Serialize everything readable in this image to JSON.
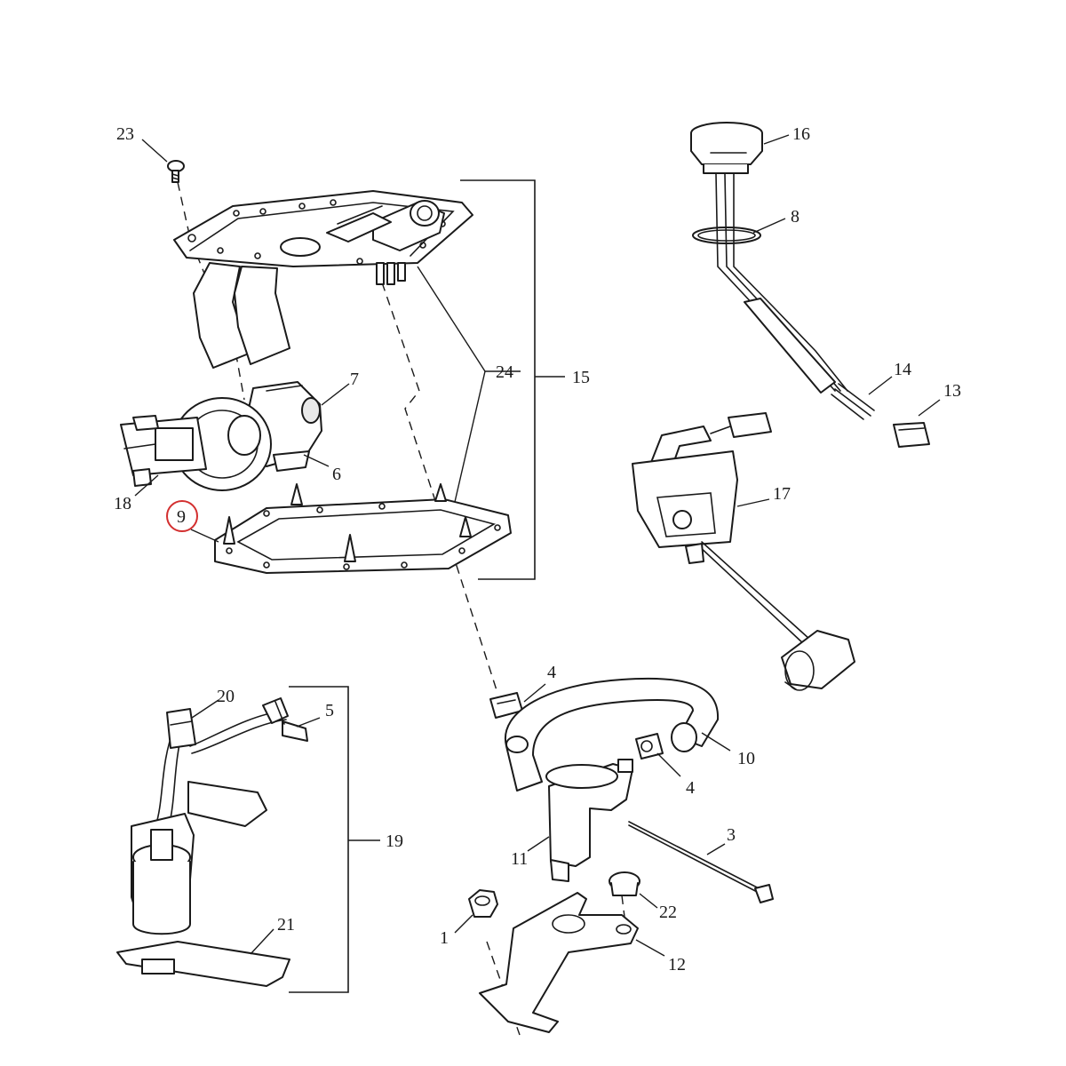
{
  "diagram": {
    "callouts": [
      {
        "id": "c1",
        "label": "1"
      },
      {
        "id": "c3",
        "label": "3"
      },
      {
        "id": "c4a",
        "label": "4"
      },
      {
        "id": "c4b",
        "label": "4"
      },
      {
        "id": "c5",
        "label": "5"
      },
      {
        "id": "c6",
        "label": "6"
      },
      {
        "id": "c7",
        "label": "7"
      },
      {
        "id": "c8",
        "label": "8"
      },
      {
        "id": "c9",
        "label": "9"
      },
      {
        "id": "c10",
        "label": "10"
      },
      {
        "id": "c11",
        "label": "11"
      },
      {
        "id": "c12",
        "label": "12"
      },
      {
        "id": "c13",
        "label": "13"
      },
      {
        "id": "c14",
        "label": "14"
      },
      {
        "id": "c15",
        "label": "15"
      },
      {
        "id": "c16",
        "label": "16"
      },
      {
        "id": "c17",
        "label": "17"
      },
      {
        "id": "c18",
        "label": "18"
      },
      {
        "id": "c19",
        "label": "19"
      },
      {
        "id": "c20",
        "label": "20"
      },
      {
        "id": "c21",
        "label": "21"
      },
      {
        "id": "c22",
        "label": "22"
      },
      {
        "id": "c23",
        "label": "23"
      },
      {
        "id": "c24",
        "label": "24"
      }
    ],
    "highlighted_callout": "9",
    "colors": {
      "line": "#1a1a1a",
      "highlight": "#d32f2f",
      "background": "#ffffff"
    }
  }
}
